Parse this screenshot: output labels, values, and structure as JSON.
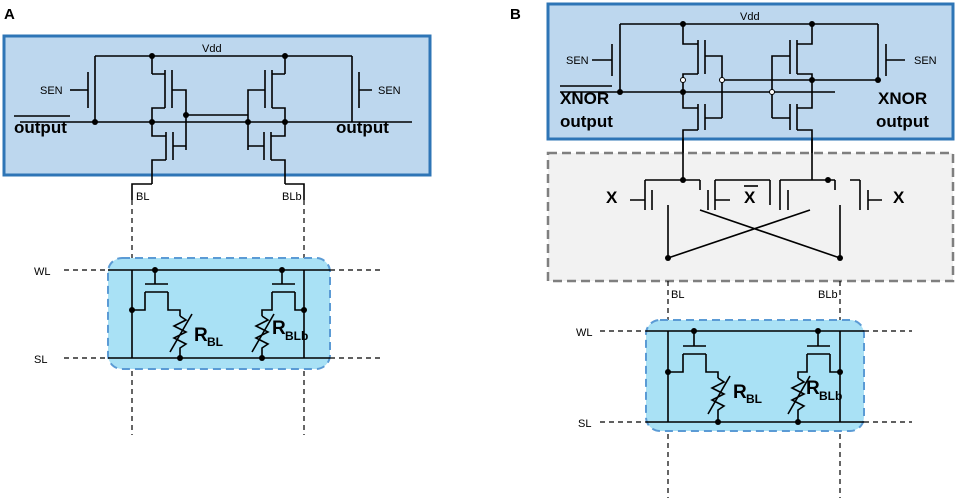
{
  "panels": {
    "a": {
      "letter": "A",
      "vdd": "Vdd",
      "sen_left": "SEN",
      "sen_right": "SEN",
      "output_bar": "output",
      "output": "output",
      "bl": "BL",
      "blb": "BLb",
      "wl": "WL",
      "sl": "SL",
      "r_bl_main": "R",
      "r_bl_sub": "BL",
      "r_blb_main": "R",
      "r_blb_sub": "BLb"
    },
    "b": {
      "letter": "B",
      "vdd": "Vdd",
      "sen_left": "SEN",
      "sen_right": "SEN",
      "xnor_bar": "XNOR",
      "output_left": "output",
      "xnor": "XNOR",
      "output_right": "output",
      "x_left": "X",
      "x_bar": "X",
      "x_right": "X",
      "bl": "BL",
      "blb": "BLb",
      "wl": "WL",
      "sl": "SL",
      "r_bl_main": "R",
      "r_bl_sub": "BL",
      "r_blb_main": "R",
      "r_blb_sub": "BLb"
    }
  },
  "colors": {
    "sense_amp_fill": "#bdd7ee",
    "sense_amp_border": "#2e75b6",
    "cell_fill": "#a9e1f5",
    "cell_border": "#5b9bd5",
    "xor_fill": "#f2f2f2",
    "xor_border": "#7f7f7f",
    "wire": "#000000"
  }
}
